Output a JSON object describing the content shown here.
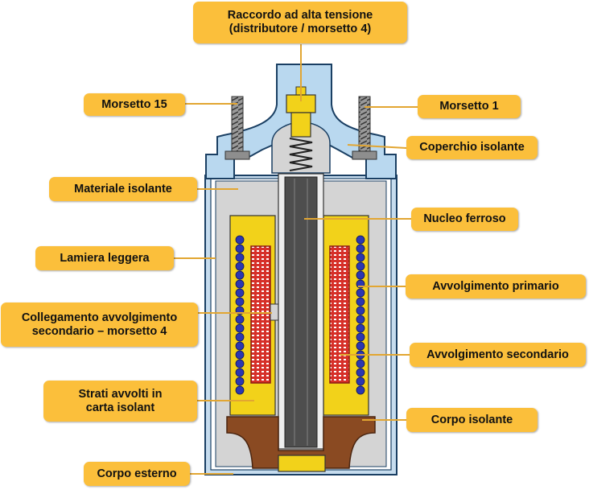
{
  "labels": {
    "hv_connector": "Raccordo ad alta tensione\n(distributore / morsetto 4)",
    "terminal_15": "Morsetto 15",
    "terminal_1": "Morsetto 1",
    "insulating_cover": "Coperchio isolante",
    "insulating_material": "Materiale isolante",
    "iron_core": "Nucleo ferroso",
    "thin_sheet": "Lamiera leggera",
    "primary_winding": "Avvolgimento primario",
    "secondary_connection": "Collegamento avvolgimento\nsecondario – morsetto 4",
    "secondary_winding": "Avvolgimento secondario",
    "paper_layers": "Strati avvolti in\ncarta isolant",
    "insulating_body": "Corpo isolante",
    "outer_body": "Corpo esterno"
  },
  "colors": {
    "label_bg": "#fbbf3b",
    "cover": "#b9d8ef",
    "outline": "#1a3f63",
    "filler": "#d4d4d4",
    "yellow_part": "#f2d21a",
    "core": "#4e4e4e",
    "primary_dots": "#2b37b3",
    "secondary_red": "#d63029",
    "base": "#8a4a22",
    "leader": "#e2a632"
  }
}
